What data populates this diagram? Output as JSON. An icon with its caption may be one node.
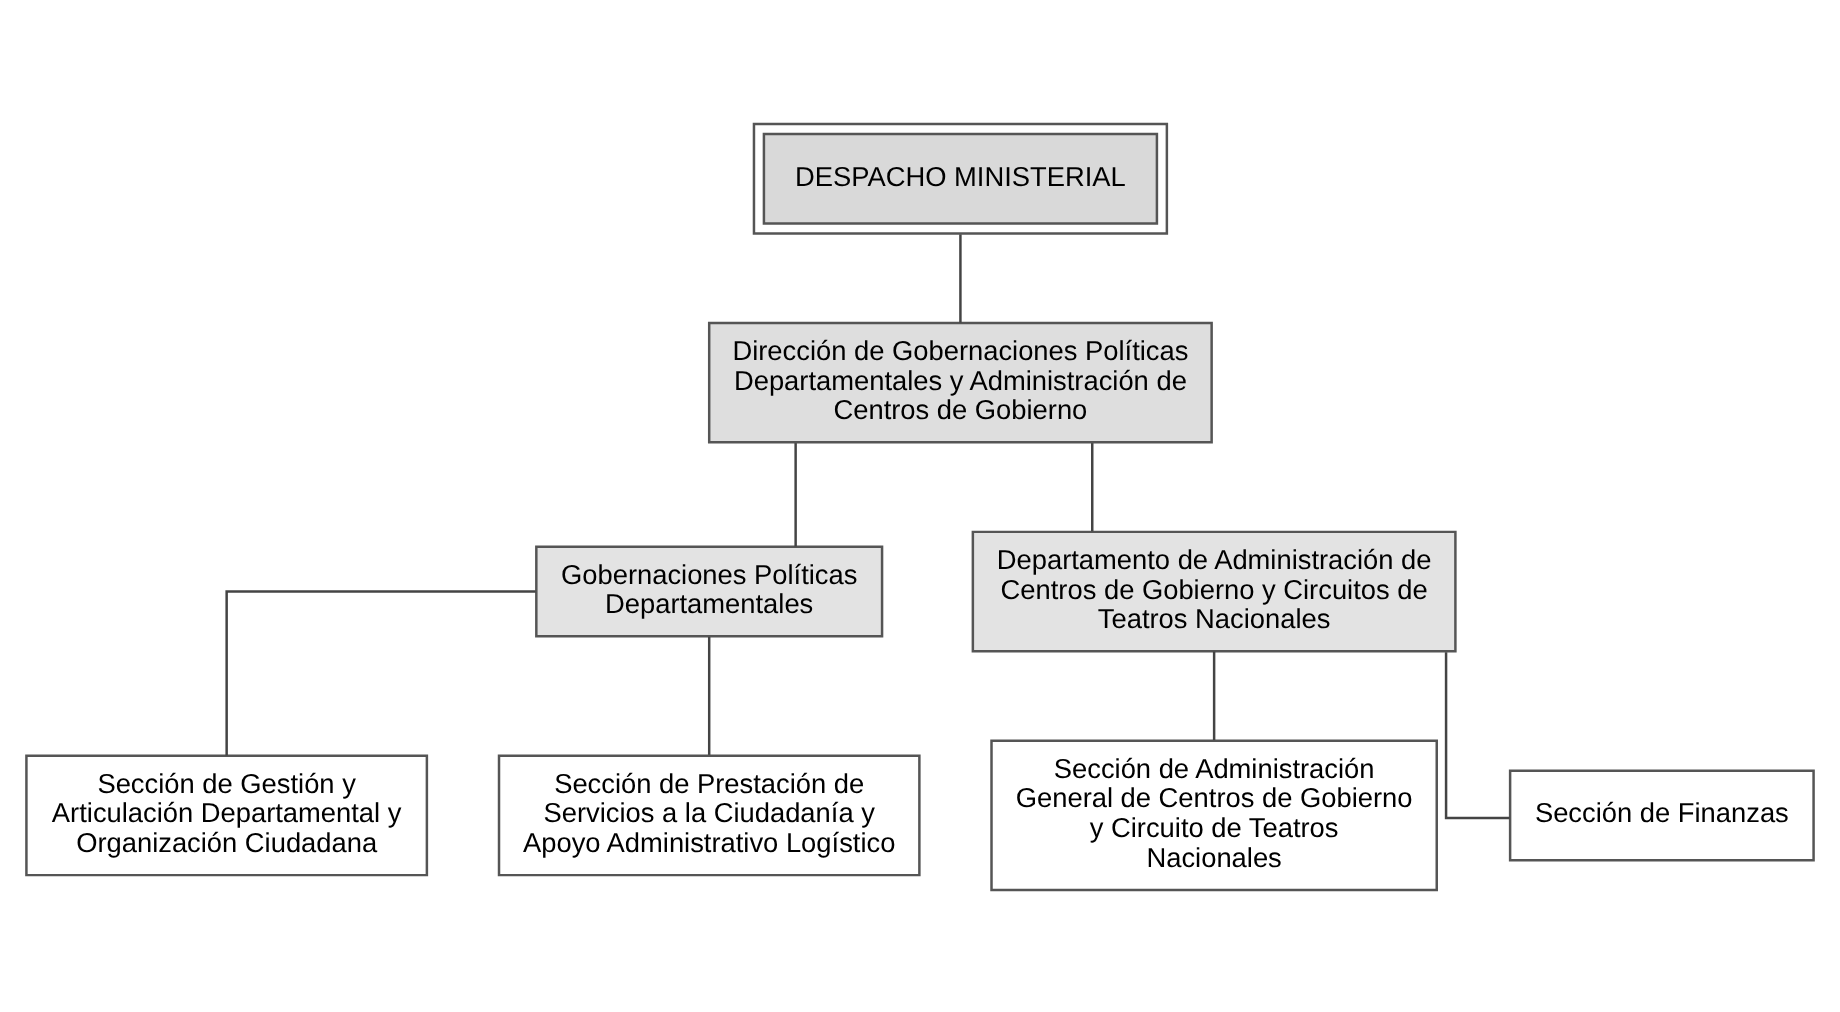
{
  "diagram": {
    "nodes": [
      {
        "text": [
          "DESPACHO MINISTERIAL"
        ]
      },
      {
        "text": [
          "Dirección de Gobernaciones Políticas Departamentales y Administración de Centros de Gobierno"
        ]
      },
      {
        "text": [
          "Gobernaciones Políticas Departamentales"
        ]
      },
      {
        "text": [
          "Departamento de Administración de Centros de Gobierno y Circuitos de Teatros Nacionales"
        ]
      },
      {
        "text": [
          "Sección de Gestión y Articulación Departamental y Organización Ciudadana"
        ]
      },
      {
        "text": [
          "Sección de Prestación de Servicios a la Ciudadanía y Apoyo Administrativo Logístico"
        ]
      },
      {
        "text": [
          "Sección de Administración General de Centros de Gobierno y Circuito de Teatros Nacionales"
        ]
      },
      {
        "text": [
          "Sección de Finanzas"
        ]
      }
    ],
    "edges": [
      {
        "from": 0,
        "to": 1,
        "arrow": "none"
      },
      {
        "from": 1,
        "to": 2,
        "arrow": "none"
      },
      {
        "from": 1,
        "to": 3,
        "arrow": "none"
      },
      {
        "from": 2,
        "to": 4,
        "arrow": "none"
      },
      {
        "from": 2,
        "to": 5,
        "arrow": "none"
      },
      {
        "from": 3,
        "to": 6,
        "arrow": "none"
      },
      {
        "from": 3,
        "to": 7,
        "arrow": "none"
      }
    ]
  }
}
